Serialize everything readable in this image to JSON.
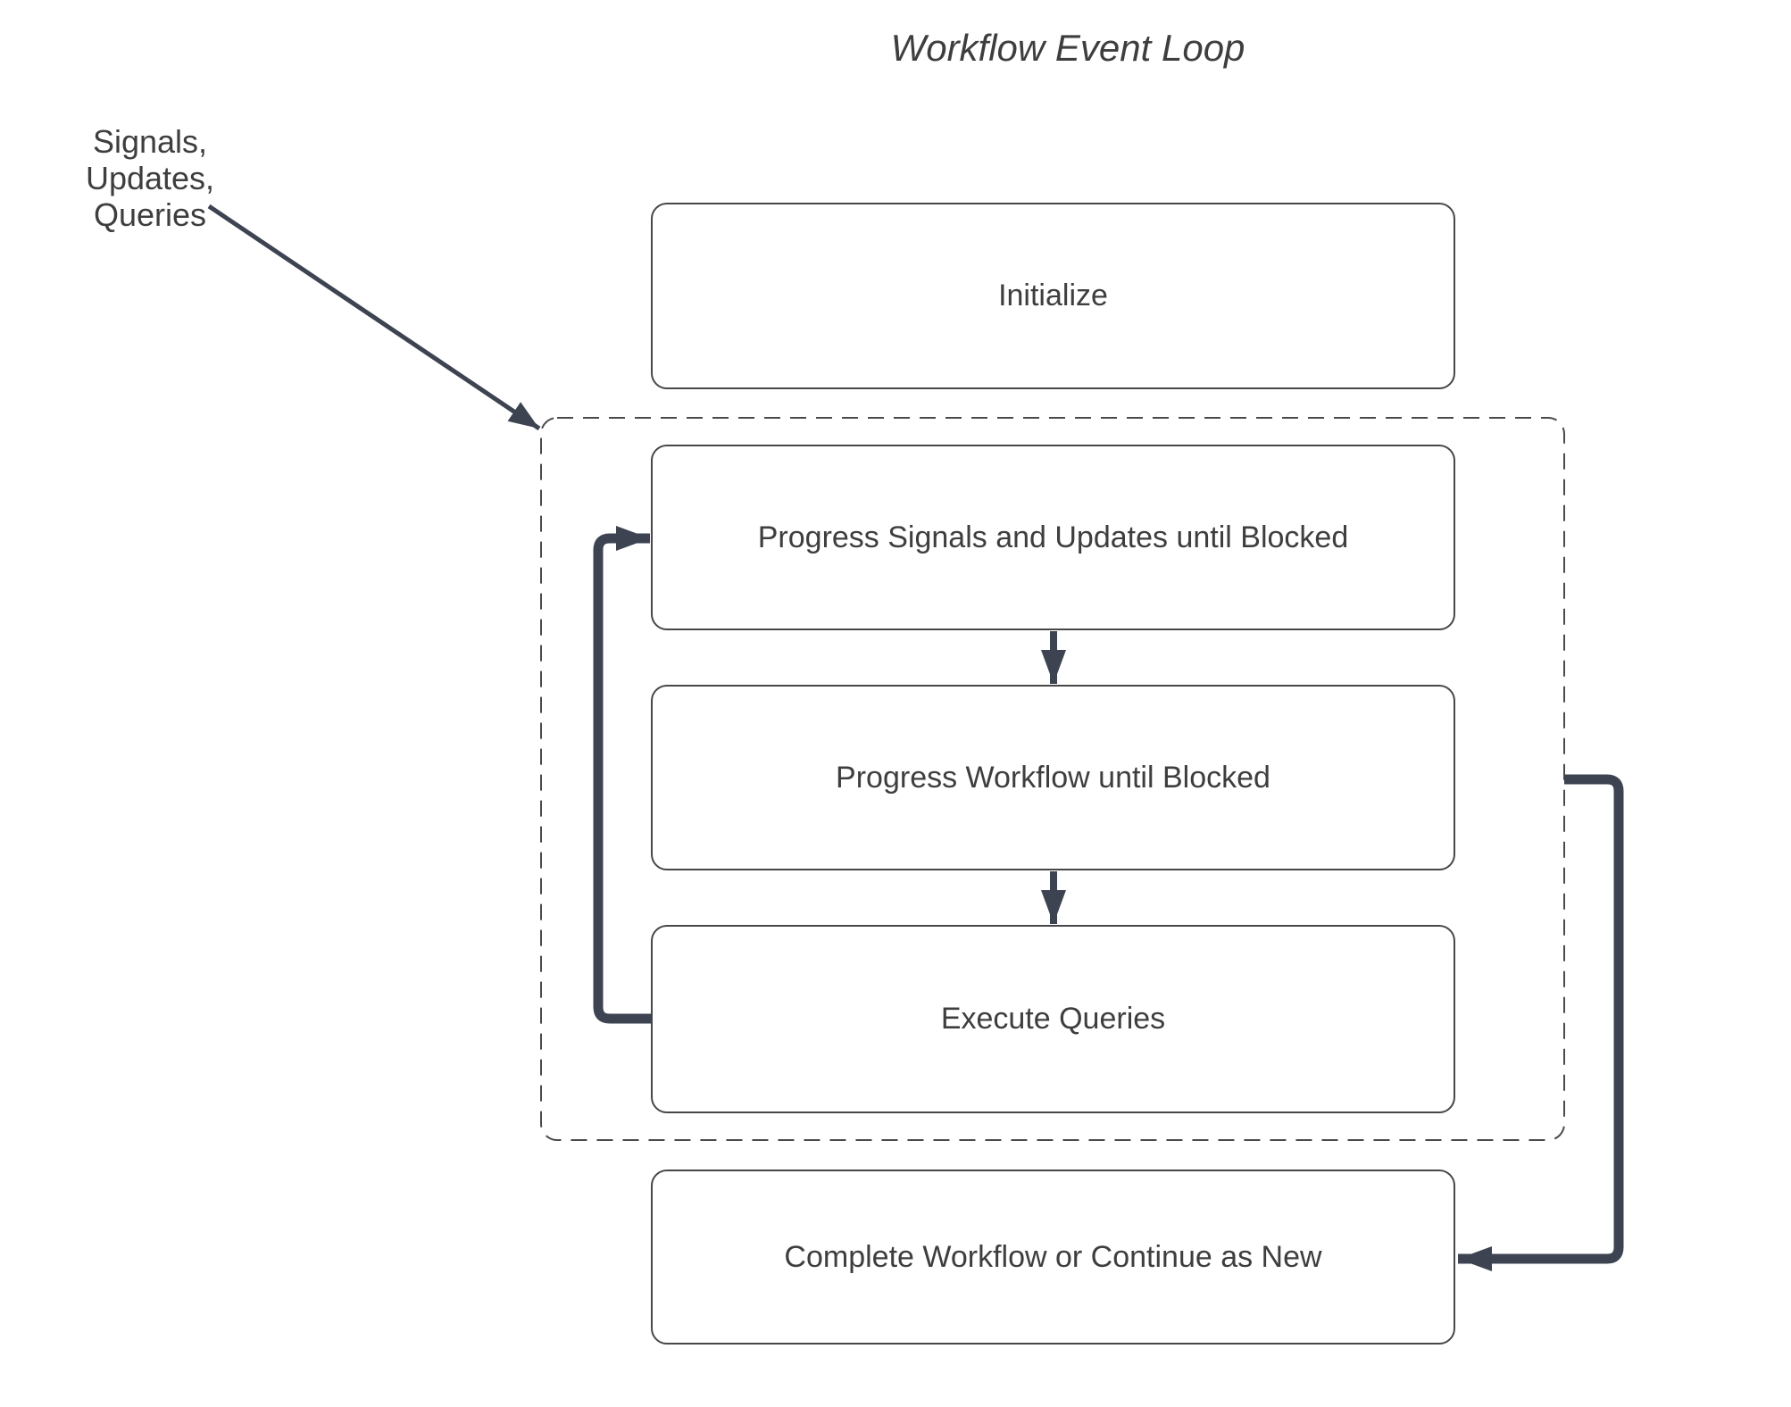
{
  "title": "Workflow Event Loop",
  "external_input": {
    "label": "Signals, Updates,\nQueries"
  },
  "nodes": {
    "initialize": {
      "label": "Initialize"
    },
    "progress_signals": {
      "label": "Progress Signals and Updates until Blocked"
    },
    "progress_workflow": {
      "label": "Progress Workflow until Blocked"
    },
    "execute_queries": {
      "label": "Execute Queries"
    },
    "complete_workflow": {
      "label": "Complete Workflow or Continue as New"
    }
  },
  "container": {
    "name": "event-loop",
    "border_style": "dashed",
    "contains": [
      "progress_signals",
      "progress_workflow",
      "execute_queries"
    ]
  },
  "edges": [
    {
      "from": "external_input",
      "to": "event-loop-container",
      "style": "thin-diagonal-arrow"
    },
    {
      "from": "progress_signals",
      "to": "progress_workflow",
      "style": "short-down-arrow"
    },
    {
      "from": "progress_workflow",
      "to": "execute_queries",
      "style": "short-down-arrow"
    },
    {
      "from": "execute_queries",
      "to": "progress_signals",
      "style": "thick-left-loop-arrow"
    },
    {
      "from": "event-loop-container",
      "to": "complete_workflow",
      "style": "thick-right-arrow"
    }
  ],
  "colors": {
    "background": "#ffffff",
    "node_border": "#474747",
    "dashed_border": "#4a4a4a",
    "arrow": "#3d4351",
    "text": "#3e3e3e"
  }
}
